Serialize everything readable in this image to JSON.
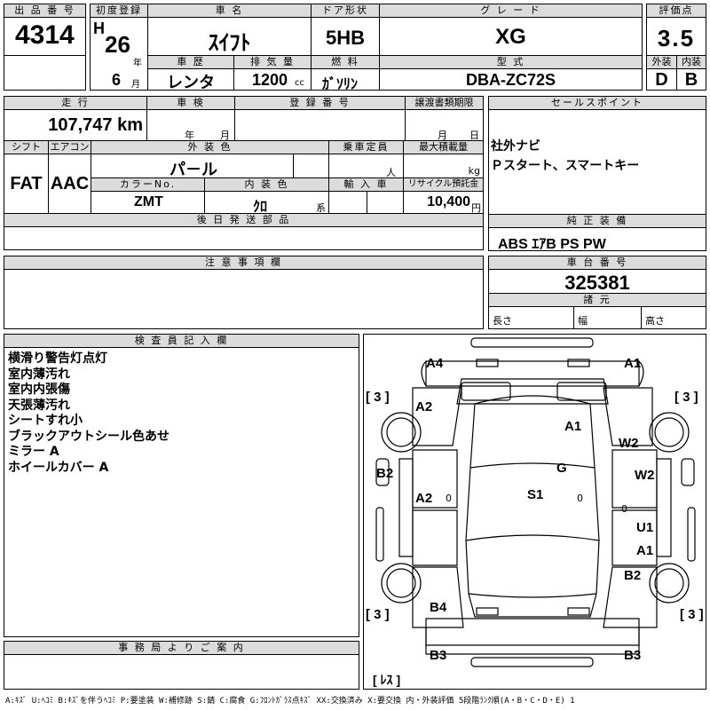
{
  "header": {
    "lot_label": "出 品 番 号",
    "lot_number": "4314",
    "first_reg_label": "初度登録",
    "era": "H",
    "year": "26",
    "year_unit": "年",
    "month": "6",
    "month_unit": "月",
    "car_name_label": "車 名",
    "car_name": "ｽｲﾌﾄ",
    "door_label": "ドア形状",
    "door": "5HB",
    "grade_label": "グ レ ー ド",
    "grade": "XG",
    "score_label": "評価点",
    "score": "3.5",
    "history_label": "車 歴",
    "history": "レンタ",
    "displacement_label": "排 気 量",
    "displacement": "1200",
    "displacement_unit": "cc",
    "fuel_label": "燃 料",
    "fuel": "ｶﾞｿﾘﾝ",
    "model_label": "型 式",
    "model": "DBA-ZC72S",
    "exterior_label": "外装",
    "exterior_grade": "D",
    "interior_label": "内装",
    "interior_grade": "B"
  },
  "details": {
    "mileage_label": "走 行",
    "mileage": "107,747 km",
    "inspection_label": "車 検",
    "inspection_year_unit": "年",
    "inspection_month_unit": "月",
    "regno_label": "登 録 番 号",
    "transfer_label": "譲渡書類期限",
    "transfer_month_unit": "月",
    "transfer_day_unit": "日",
    "shift_label": "シフト",
    "shift": "FAT",
    "ac_label": "エアコン",
    "ac": "AAC",
    "color_label": "外 装 色",
    "color": "パ－ル",
    "capacity_label": "乗車定員",
    "capacity_unit": "人",
    "load_label": "最大積載量",
    "load_unit": "kg",
    "color_no_label": "カラーNo.",
    "color_no": "ZMT",
    "int_color_label": "内 装 色",
    "int_color": "ｸﾛ",
    "int_color_unit": "系",
    "import_label": "輸 入 車",
    "recycle_label": "リサイクル預託金",
    "recycle": "10,400",
    "recycle_unit": "円",
    "later_parts_label": "後 日 発 送 部 品"
  },
  "sales_points": {
    "label": "セールスポイント",
    "lines": [
      "社外ナビ",
      "Ｐスタート、スマートキー"
    ]
  },
  "genuine": {
    "label": "純 正 装 備",
    "value": "ABS ｴｱB PS PW"
  },
  "caution": {
    "label": "注 意 事 項 欄"
  },
  "chassis": {
    "label": "車 台 番 号",
    "number": "325381",
    "specs_label": "諸 元",
    "length_label": "長さ",
    "width_label": "幅",
    "height_label": "高さ"
  },
  "inspector": {
    "label": "検 査 員 記 入 欄",
    "notes": [
      "横滑り警告灯点灯",
      "室内薄汚れ",
      "室内内張傷",
      "天張薄汚れ",
      "シートすれ小",
      "ブラックアウトシール色あせ",
      "ミラー A",
      "ホイールカバー A"
    ]
  },
  "diagram": {
    "labels": {
      "a4": "A4",
      "a1_top": "A1",
      "a2_left": "A2",
      "a1_roof": "A1",
      "w2_right": "W2",
      "g": "G",
      "w2_right2": "W2",
      "b2_left": "B2",
      "a2_door": "A2",
      "s1": "S1",
      "u1": "U1",
      "a1_right": "A1",
      "b2_right": "B2",
      "b4": "B4",
      "b3_left": "B3",
      "b3_right": "B3"
    },
    "tire_marks": {
      "fl": "[ 3 ]",
      "fr": "[ 3 ]",
      "rl": "[ 3 ]",
      "rr": "[ 3 ]",
      "spare": "[ ﾚｽ ]"
    },
    "zero_marks": [
      "0",
      "0",
      "0"
    ]
  },
  "office": {
    "label": "事 務 局 よ り ご 案 内"
  },
  "legend": "A:ｷｽﾞ U:ﾍｺﾐ B:ｷｽﾞを伴うﾍｺﾐ P:要塗装 W:補修跡 S:錆 C:腐食 G:ﾌﾛﾝﾄｶﾞﾗｽ点ｷｽﾞ XX:交換済み X:要交換 内・外装評価 5段階ﾗﾝｸ順(A・B・C・D・E) 1"
}
